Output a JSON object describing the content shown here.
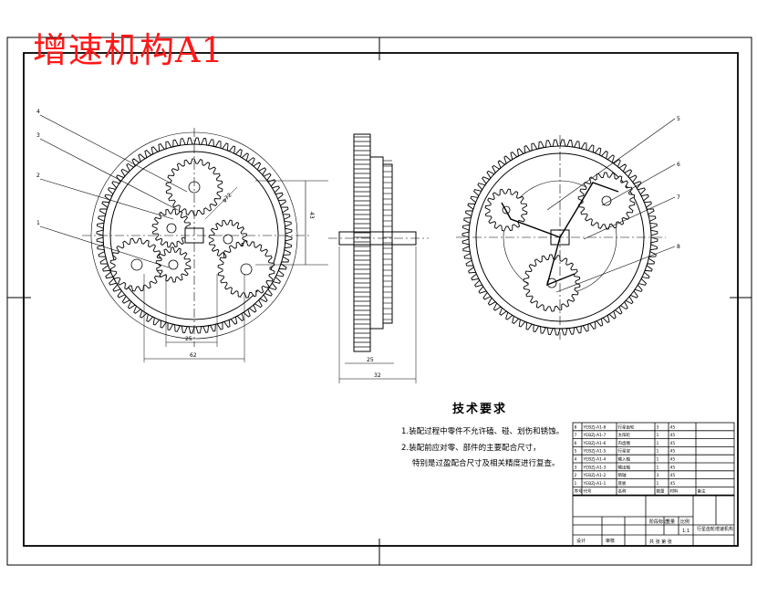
{
  "title": "增速机构A1",
  "requirements": {
    "heading": "技术要求",
    "items": [
      "1.装配过程中零件不允许磕、碰、划伤和锈蚀。",
      "2.装配前应对零、部件的主要配合尺寸，",
      "特别是过盈配合尺寸及相关精度进行复查。"
    ]
  },
  "dimensions": {
    "front_diameter": "φ72",
    "height": "43",
    "width_small": "25",
    "width_large": "62",
    "side_small": "25",
    "side_large": "32"
  },
  "parts": [
    {
      "no": "8",
      "code": "YEBZJ-A1-8",
      "name": "行星齿轮",
      "qty": "3",
      "material": "45"
    },
    {
      "no": "7",
      "code": "YEBZJ-A1-7",
      "name": "太阳轮",
      "qty": "1",
      "material": "45"
    },
    {
      "no": "6",
      "code": "YEBZJ-A1-6",
      "name": "内齿圈",
      "qty": "1",
      "material": "45"
    },
    {
      "no": "5",
      "code": "YEBZJ-A1-5",
      "name": "行星架",
      "qty": "1",
      "material": "45"
    },
    {
      "no": "4",
      "code": "YEBZJ-A1-4",
      "name": "输入轴",
      "qty": "1",
      "material": "45"
    },
    {
      "no": "3",
      "code": "YEBZJ-A1-3",
      "name": "输出轴",
      "qty": "1",
      "material": "45"
    },
    {
      "no": "2",
      "code": "YEBZJ-A1-2",
      "name": "销轴",
      "qty": "3",
      "material": "45"
    },
    {
      "no": "1",
      "code": "YEBZJ-A1-1",
      "name": "底板",
      "qty": "1",
      "material": "45"
    }
  ],
  "bom_header": [
    "序号",
    "代号",
    "名称",
    "数量",
    "材料",
    "备注"
  ],
  "titleblock": {
    "drawing_name": "行星齿轮增速机构",
    "scale": "1:1",
    "design": "设计",
    "check": "审核",
    "stage": "阶段标记",
    "weight": "重量",
    "ratio": "比例",
    "sheet": "共 张 第 张"
  }
}
